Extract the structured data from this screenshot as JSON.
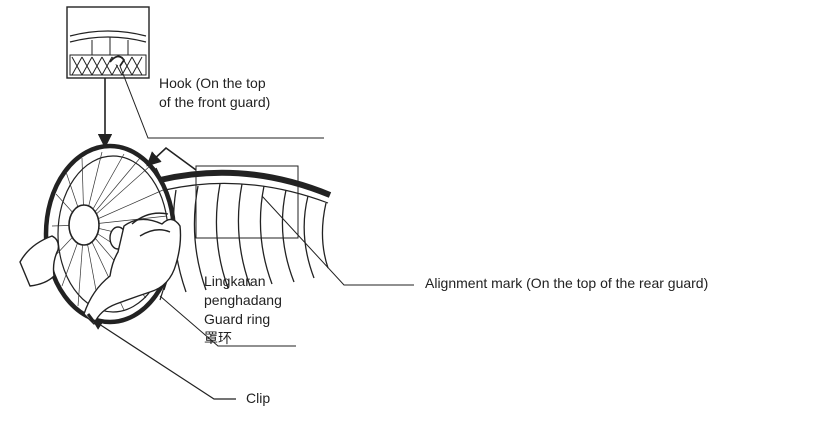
{
  "labels": {
    "hook_line1": "Hook (On the top",
    "hook_line2": "of the front guard)",
    "guard_ring_line1": "Lingkaran",
    "guard_ring_line2": "penghadang",
    "guard_ring_line3": "Guard ring",
    "guard_ring_line4": "罩环",
    "alignment_mark": "Alignment mark (On the top of the rear guard)",
    "clip": "Clip"
  },
  "colors": {
    "ink": "#222222",
    "background": "#ffffff"
  }
}
